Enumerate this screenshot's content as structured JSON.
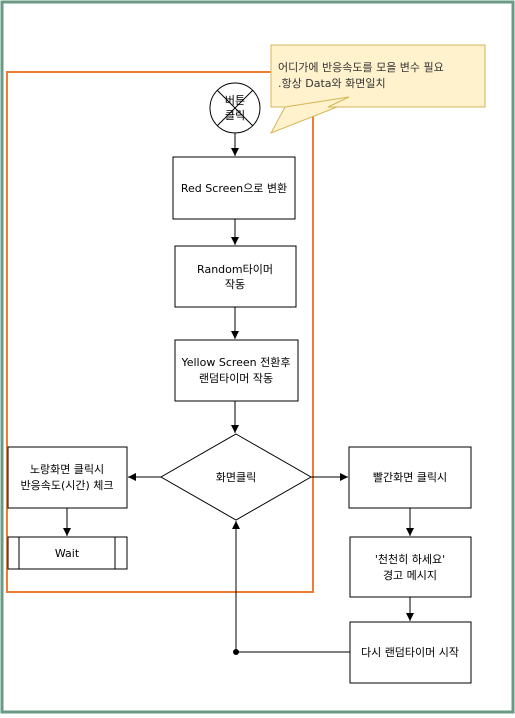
{
  "colors": {
    "frame": "#6a9a83",
    "group": "#ed7d31",
    "note_fill": "#fff2cc",
    "note_border": "#d6b656",
    "stroke": "#000000"
  },
  "note": {
    "line1": "어디가에 반응속도를 모을 변수 필요",
    "line2": ".항상 Data와 화면일치"
  },
  "start": {
    "line1": "버튼",
    "line2": "클릭"
  },
  "nodes": {
    "red_screen": "Red Screen으로 변환",
    "random_timer": {
      "line1": "Random타이머",
      "line2": "작동"
    },
    "yellow_screen": {
      "line1": "Yellow Screen 전환후",
      "line2": "랜덤타이머 작동"
    },
    "decision": "화면클릭",
    "yellow_click": {
      "line1": "노랑화면 클릭시",
      "line2": "반응속도(시간) 체크"
    },
    "wait": "Wait",
    "red_click": "빨간화면 클릭시",
    "warning": {
      "line1": "'천천히 하세요'",
      "line2": "경고 메시지"
    },
    "restart": "다시 랜덤타이머 시작"
  }
}
